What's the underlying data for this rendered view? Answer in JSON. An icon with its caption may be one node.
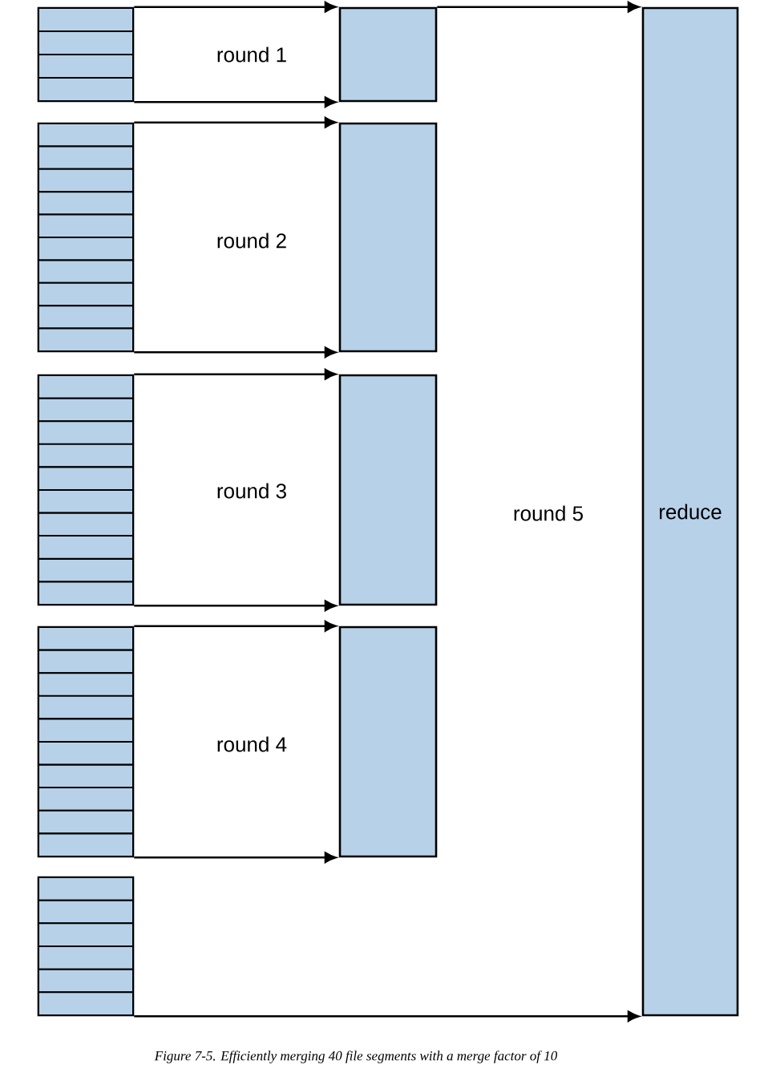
{
  "diagram": {
    "caption": "Figure 7-5. Efficiently merging 40 file segments with a merge factor of 10",
    "nodes": [
      {
        "text": [],
        "shape": "box"
      },
      {
        "text": [],
        "shape": "box",
        "in": 0
      },
      {
        "text": [],
        "shape": "box",
        "in": 0
      },
      {
        "text": [],
        "shape": "box",
        "in": 0
      },
      {
        "text": [],
        "shape": "box",
        "in": 0
      },
      {
        "text": [],
        "shape": "box"
      },
      {
        "text": [],
        "shape": "box"
      },
      {
        "text": [],
        "shape": "box",
        "in": 6
      },
      {
        "text": [],
        "shape": "box",
        "in": 6
      },
      {
        "text": [],
        "shape": "box",
        "in": 6
      },
      {
        "text": [],
        "shape": "box",
        "in": 6
      },
      {
        "text": [],
        "shape": "box",
        "in": 6
      },
      {
        "text": [],
        "shape": "box",
        "in": 6
      },
      {
        "text": [],
        "shape": "box",
        "in": 6
      },
      {
        "text": [],
        "shape": "box",
        "in": 6
      },
      {
        "text": [],
        "shape": "box",
        "in": 6
      },
      {
        "text": [],
        "shape": "box",
        "in": 6
      },
      {
        "text": [],
        "shape": "box"
      },
      {
        "text": [],
        "shape": "box"
      },
      {
        "text": [],
        "shape": "box",
        "in": 18
      },
      {
        "text": [],
        "shape": "box",
        "in": 18
      },
      {
        "text": [],
        "shape": "box",
        "in": 18
      },
      {
        "text": [],
        "shape": "box",
        "in": 18
      },
      {
        "text": [],
        "shape": "box",
        "in": 18
      },
      {
        "text": [],
        "shape": "box",
        "in": 18
      },
      {
        "text": [],
        "shape": "box",
        "in": 18
      },
      {
        "text": [],
        "shape": "box",
        "in": 18
      },
      {
        "text": [],
        "shape": "box",
        "in": 18
      },
      {
        "text": [],
        "shape": "box",
        "in": 18
      },
      {
        "text": [],
        "shape": "box"
      },
      {
        "text": [],
        "shape": "box"
      },
      {
        "text": [],
        "shape": "box",
        "in": 30
      },
      {
        "text": [],
        "shape": "box",
        "in": 30
      },
      {
        "text": [],
        "shape": "box",
        "in": 30
      },
      {
        "text": [],
        "shape": "box",
        "in": 30
      },
      {
        "text": [],
        "shape": "box",
        "in": 30
      },
      {
        "text": [],
        "shape": "box",
        "in": 30
      },
      {
        "text": [],
        "shape": "box",
        "in": 30
      },
      {
        "text": [],
        "shape": "box",
        "in": 30
      },
      {
        "text": [],
        "shape": "box",
        "in": 30
      },
      {
        "text": [],
        "shape": "box",
        "in": 30
      },
      {
        "text": [],
        "shape": "box"
      },
      {
        "text": [],
        "shape": "box"
      },
      {
        "text": [],
        "shape": "box",
        "in": 42
      },
      {
        "text": [],
        "shape": "box",
        "in": 42
      },
      {
        "text": [],
        "shape": "box",
        "in": 42
      },
      {
        "text": [],
        "shape": "box",
        "in": 42
      },
      {
        "text": [],
        "shape": "box",
        "in": 42
      },
      {
        "text": [],
        "shape": "box",
        "in": 42
      },
      {
        "text": [
          "reduce"
        ]
      }
    ],
    "edges": [
      {
        "from": 0,
        "to": 5,
        "arrow": "to"
      },
      {
        "from": 0,
        "to": 5,
        "arrow": "to"
      },
      {
        "from": 5,
        "to": 49,
        "arrow": "to"
      },
      {
        "from": 6,
        "to": 17,
        "arrow": "to"
      },
      {
        "from": 6,
        "to": 17,
        "arrow": "to"
      },
      {
        "from": 18,
        "to": 29,
        "arrow": "to"
      },
      {
        "from": 18,
        "to": 29,
        "arrow": "to"
      },
      {
        "from": 30,
        "to": 41,
        "arrow": "to"
      },
      {
        "from": 30,
        "to": 41,
        "arrow": "to"
      },
      {
        "from": 42,
        "to": 49,
        "arrow": "to"
      }
    ],
    "labels": [
      "round 1",
      "round 2",
      "round 3",
      "round 5",
      "round 4"
    ]
  }
}
